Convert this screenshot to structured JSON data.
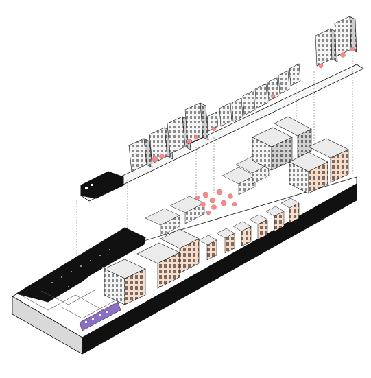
{
  "diagram": {
    "type": "exploded-axonometric-urban-block",
    "colors": {
      "background": "#ffffff",
      "outline": "#111111",
      "roof": "#ebebeb",
      "wall_light": "#f4f4f4",
      "wall_shade": "#cfcfcf",
      "facade_warm": "#f6dcc9",
      "black_volume": "#111111",
      "slab": "#d9d9d9",
      "tree_pink": "#f28b8b",
      "purple_accent": "#8a6fc4",
      "leader": "#444444"
    },
    "layers": [
      {
        "name": "upper-street-elevation",
        "label": ""
      },
      {
        "name": "lower-block-axonometric",
        "label": ""
      }
    ],
    "icon": "axonometric-building-icon"
  }
}
